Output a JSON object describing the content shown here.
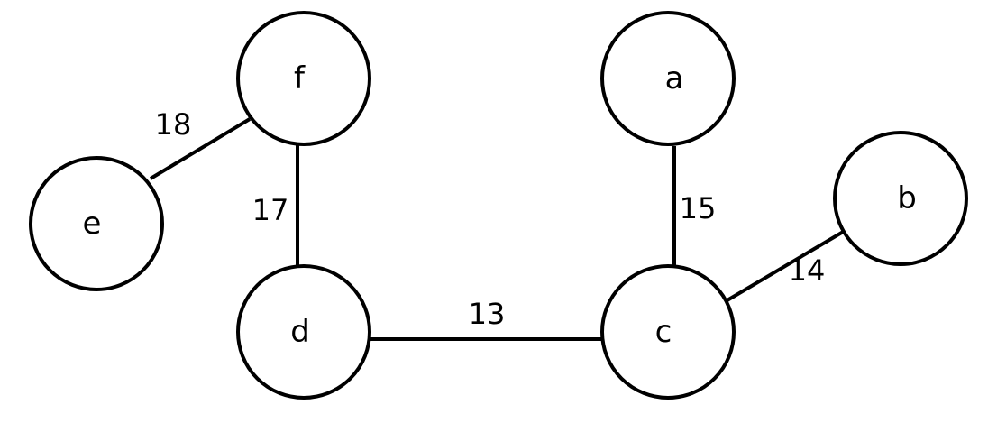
{
  "graph": {
    "nodes": [
      {
        "id": "f",
        "label": "f"
      },
      {
        "id": "e",
        "label": "e"
      },
      {
        "id": "d",
        "label": "d"
      },
      {
        "id": "a",
        "label": "a"
      },
      {
        "id": "b",
        "label": "b"
      },
      {
        "id": "c",
        "label": "c"
      }
    ],
    "edges": [
      {
        "from": "e",
        "to": "f",
        "weight": "18"
      },
      {
        "from": "f",
        "to": "d",
        "weight": "17"
      },
      {
        "from": "d",
        "to": "c",
        "weight": "13"
      },
      {
        "from": "a",
        "to": "c",
        "weight": "15"
      },
      {
        "from": "b",
        "to": "c",
        "weight": "14"
      }
    ]
  }
}
